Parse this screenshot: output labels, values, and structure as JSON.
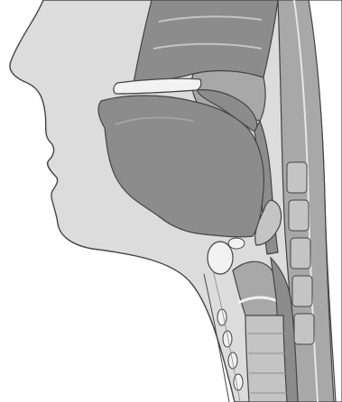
{
  "figure": {
    "subject": "",
    "colors": {
      "background": "#ffffff",
      "skin": "#dcdcdc",
      "outline": "#444444",
      "tissue_dark": "#8c8c8c",
      "tissue_mid": "#a8a8a8",
      "tissue_light": "#c4c4c4",
      "highlight": "#f2f2f2"
    },
    "parts": [
      "face-profile",
      "nasal-cavity",
      "hard-palate",
      "soft-palate",
      "tongue",
      "pharynx",
      "epiglottis",
      "hyoid-bone",
      "larynx",
      "trachea",
      "esophagus",
      "cervical-spine"
    ]
  }
}
